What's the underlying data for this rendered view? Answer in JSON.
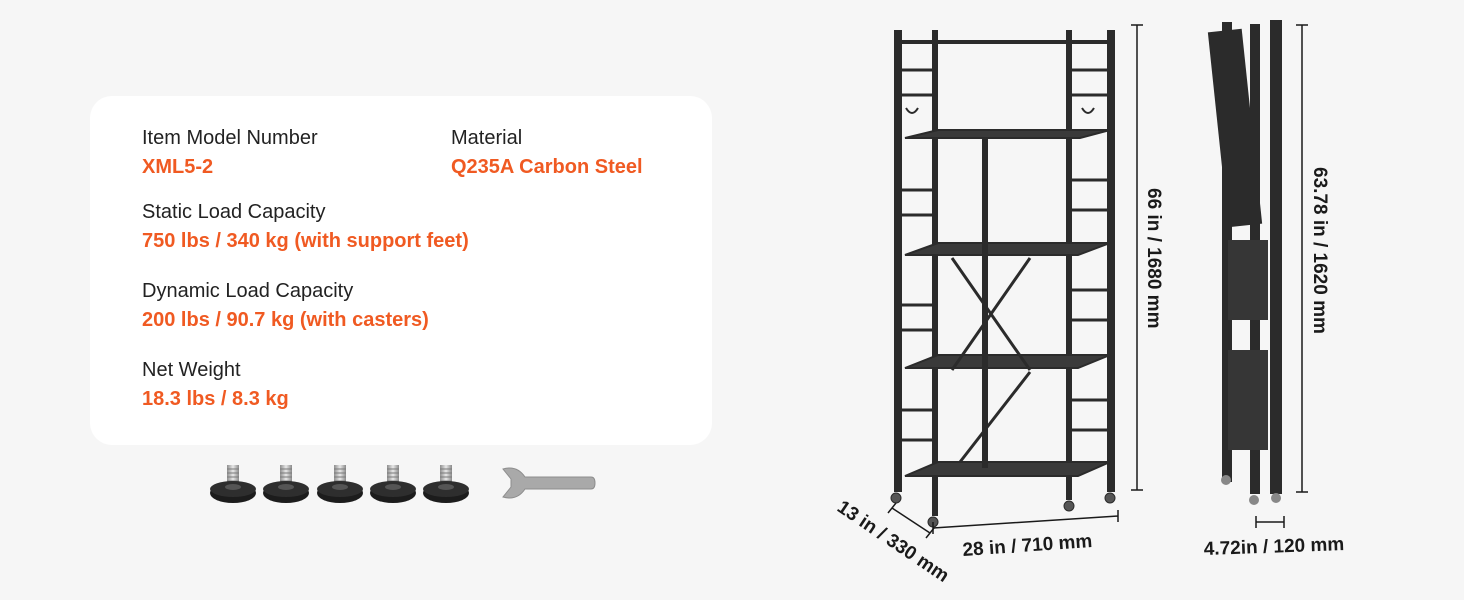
{
  "colors": {
    "accent": "#f05a22",
    "card": "#ffffff",
    "background": "#f6f6f6",
    "frame": "#2b2b2b"
  },
  "specs": {
    "model": {
      "label": "Item Model Number",
      "value": "XML5-2"
    },
    "material": {
      "label": "Material",
      "value": "Q235A Carbon Steel"
    },
    "static_load": {
      "label": "Static Load Capacity",
      "value": "750 lbs / 340 kg (with support feet)"
    },
    "dynamic_load": {
      "label": "Dynamic Load Capacity",
      "value": "200 lbs / 90.7 kg (with casters)"
    },
    "net_weight": {
      "label": "Net Weight",
      "value": "18.3 lbs / 8.3 kg"
    }
  },
  "accessories": {
    "support_feet_count": 5,
    "items": [
      "support-foot",
      "wrench"
    ]
  },
  "dimensions": {
    "height": "66 in / 1680 mm",
    "width": "28 in / 710 mm",
    "depth": "13 in / 330 mm",
    "folded_height": "63.78 in / 1620 mm",
    "folded_depth": "4.72in / 120 mm"
  }
}
